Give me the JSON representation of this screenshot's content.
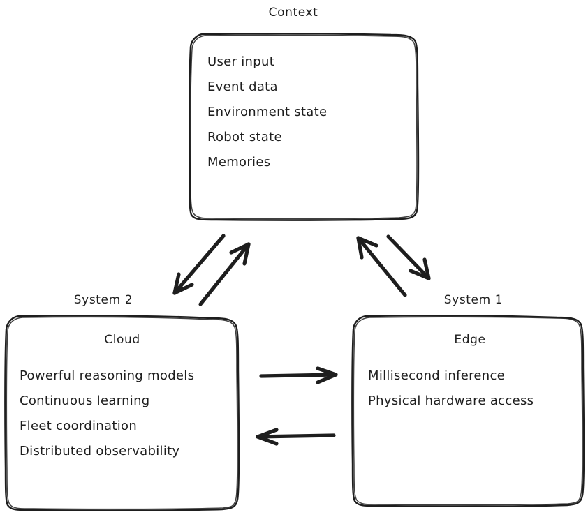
{
  "diagram": {
    "style": "hand-drawn-sketch",
    "stroke_color": "#1e1e1e",
    "background_color": "#ffffff",
    "nodes": {
      "context": {
        "label": "Context",
        "items": [
          "User input",
          "Event data",
          "Environment state",
          "Robot state",
          "Memories"
        ]
      },
      "system2": {
        "label": "System 2",
        "title": "Cloud",
        "items": [
          "Powerful reasoning models",
          "Continuous learning",
          "Fleet coordination",
          "Distributed observability"
        ]
      },
      "system1": {
        "label": "System 1",
        "title": "Edge",
        "items": [
          "Millisecond inference",
          "Physical hardware access"
        ]
      }
    },
    "connections": [
      {
        "name": "context-to-system2",
        "from": "context",
        "to": "system2",
        "direction": "down-left"
      },
      {
        "name": "system2-to-context",
        "from": "system2",
        "to": "context",
        "direction": "up-right"
      },
      {
        "name": "system1-to-context",
        "from": "system1",
        "to": "context",
        "direction": "up-left"
      },
      {
        "name": "context-to-system1",
        "from": "context",
        "to": "system1",
        "direction": "down-right"
      },
      {
        "name": "cloud-to-edge",
        "from": "system2",
        "to": "system1",
        "direction": "right"
      },
      {
        "name": "edge-to-cloud",
        "from": "system1",
        "to": "system2",
        "direction": "left"
      }
    ]
  }
}
